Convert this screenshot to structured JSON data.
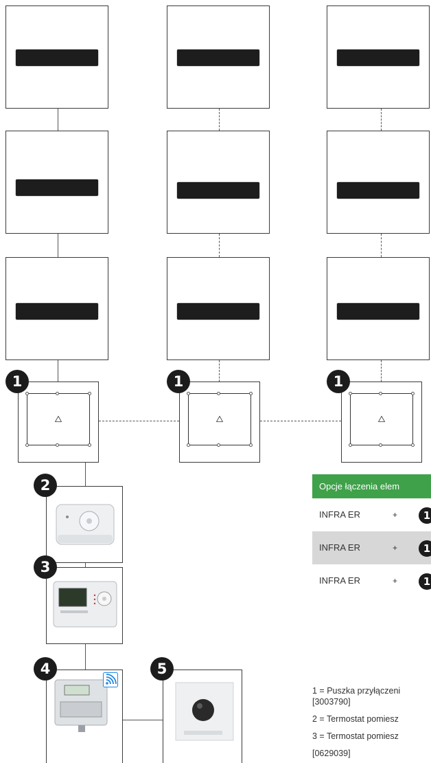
{
  "badges": {
    "b1": "1",
    "b2": "2",
    "b3": "3",
    "b4": "4",
    "b5": "5"
  },
  "legend": {
    "header": "Opcje łączenia elem",
    "rows": [
      {
        "label": "INFRA ER",
        "plus": "+",
        "badge": "1"
      },
      {
        "label": "INFRA ER",
        "plus": "+",
        "badge": "1"
      },
      {
        "label": "INFRA ER",
        "plus": "+",
        "badge": "1"
      }
    ],
    "notes": [
      "1 = Puszka przyłączeni",
      "[3003790]",
      "2 = Termostat pomiesz",
      "3 = Termostat pomiesz",
      "[0629039]"
    ]
  },
  "colors": {
    "accent_green": "#3fa14a",
    "badge": "#1c1c1c",
    "wifi_icon": "#1e88e5"
  }
}
